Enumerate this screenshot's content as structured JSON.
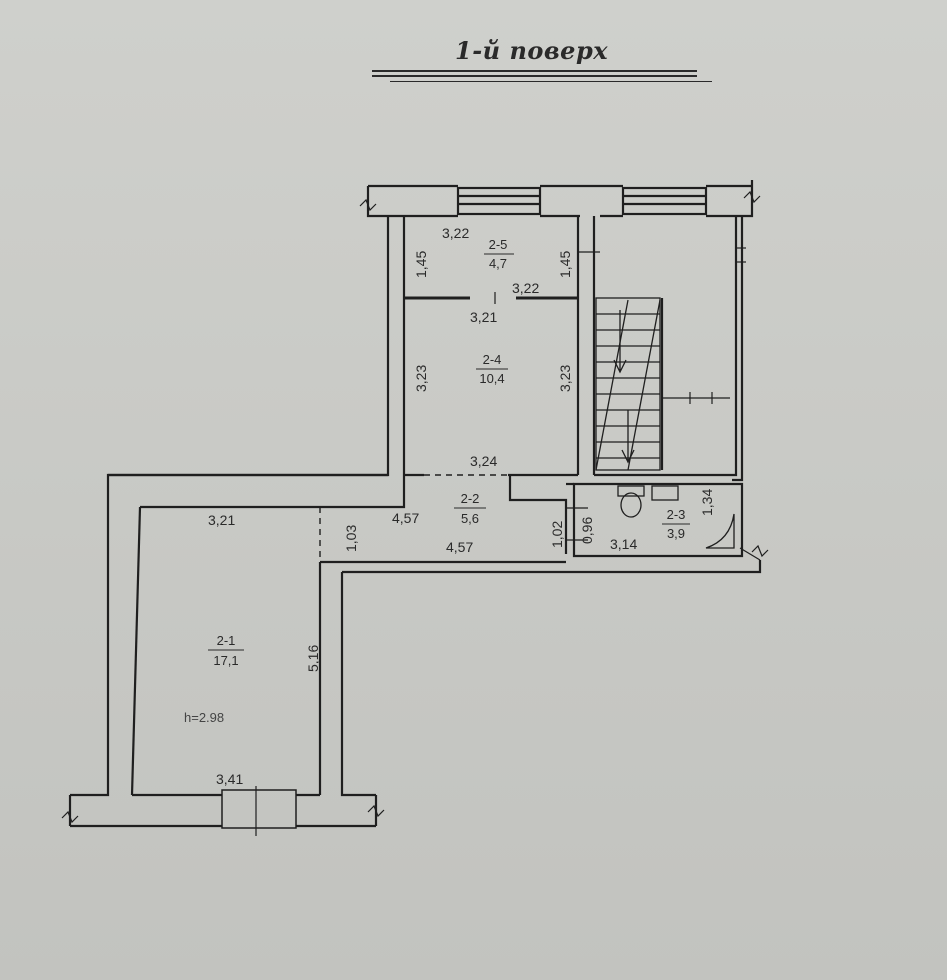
{
  "title": "1-й поверх",
  "rooms": {
    "r2_1": {
      "id": "2-1",
      "area": "17,1",
      "height_note": "h=2.98"
    },
    "r2_2": {
      "id": "2-2",
      "area": "5,6"
    },
    "r2_3": {
      "id": "2-3",
      "area": "3,9"
    },
    "r2_4": {
      "id": "2-4",
      "area": "10,4"
    },
    "r2_5": {
      "id": "2-5",
      "area": "4,7"
    }
  },
  "dimensions": {
    "d1": "3,22",
    "d2": "1,45",
    "d3": "1,45",
    "d4": "3,22",
    "d5": "3,21",
    "d6": "3,23",
    "d7": "3,23",
    "d8": "3,24",
    "d9": "3,21",
    "d10": "1,03",
    "d11": "4,57",
    "d12": "4,57",
    "d13": "1,02",
    "d14": "0,96",
    "d15": "3,14",
    "d16": "1,34",
    "d17": "5,16",
    "d18": "3,41"
  }
}
